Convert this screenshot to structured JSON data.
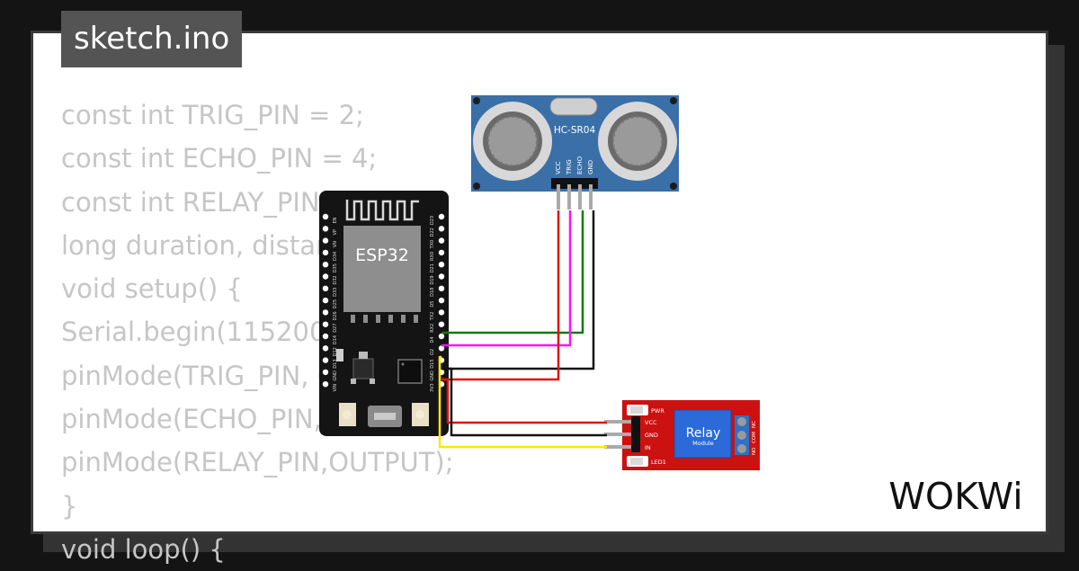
{
  "sketch_title": "sketch.ino",
  "code_lines": [
    "const int TRIG_PIN = 2;",
    "const int ECHO_PIN = 4;",
    "const int RELAY_PIN = 15;",
    "long duration, distance;",
    "void setup() {",
    "Serial.begin(115200);",
    "pinMode(TRIG_PIN, OUTPUT);",
    "pinMode(ECHO_PIN, INPUT);",
    "pinMode(RELAY_PIN,OUTPUT);",
    "}",
    "void loop() {"
  ],
  "sensor": {
    "label": "HC-SR04",
    "pins": [
      "VCC",
      "TRIG",
      "ECHO",
      "GND"
    ]
  },
  "esp32": {
    "label": "ESP32",
    "left_pins": [
      "EN",
      "VP",
      "VN",
      "D34",
      "D35",
      "D32",
      "D33",
      "D25",
      "D26",
      "D27",
      "D14",
      "D12",
      "D13",
      "GND",
      "VIN"
    ],
    "right_pins": [
      "D23",
      "D22",
      "TX0",
      "RX0",
      "D21",
      "D19",
      "D18",
      "D5",
      "TX2",
      "RX2",
      "D4",
      "D2",
      "D15",
      "GND",
      "3V3"
    ]
  },
  "relay": {
    "label": "Relay",
    "sublabel": "Module",
    "pins": [
      "VCC",
      "GND",
      "IN"
    ],
    "led_pwr": "PWR",
    "led1": "LED1",
    "contacts": [
      "NO",
      "COM",
      "NC"
    ]
  },
  "brand": "WOKWi",
  "wire_colors": {
    "red": "#e01010",
    "green": "#127a12",
    "magenta": "#ff10ff",
    "black": "#111111",
    "yellow": "#ffe800"
  },
  "board_colors": {
    "esp32": "#141414",
    "sensor": "#3a6fa8",
    "relay": "#cc1111"
  }
}
